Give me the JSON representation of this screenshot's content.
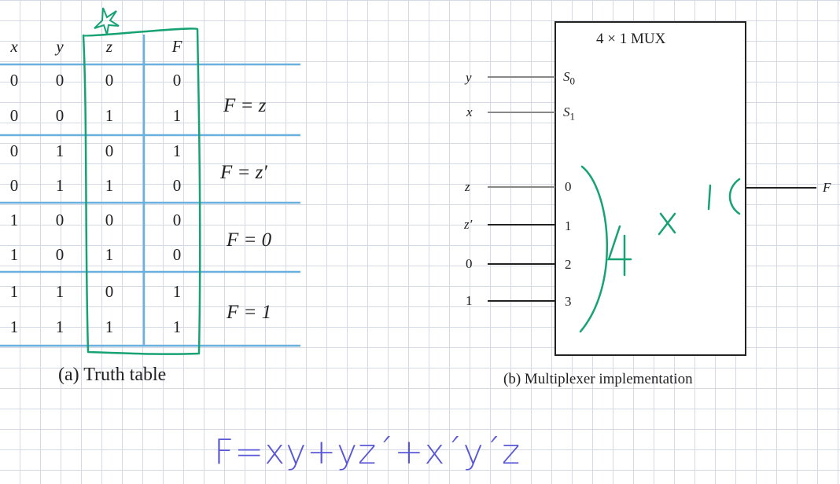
{
  "truth_table": {
    "headers": [
      "x",
      "y",
      "z",
      "F"
    ],
    "rows": [
      [
        "0",
        "0",
        "0",
        "0"
      ],
      [
        "0",
        "0",
        "1",
        "1"
      ],
      [
        "0",
        "1",
        "0",
        "1"
      ],
      [
        "0",
        "1",
        "1",
        "0"
      ],
      [
        "1",
        "0",
        "0",
        "0"
      ],
      [
        "1",
        "0",
        "1",
        "0"
      ],
      [
        "1",
        "1",
        "0",
        "1"
      ],
      [
        "1",
        "1",
        "1",
        "1"
      ]
    ],
    "f_expressions": [
      "F = z",
      "F = z′",
      "F = 0",
      "F = 1"
    ],
    "caption": "(a) Truth table"
  },
  "mux": {
    "title": "4 × 1 MUX",
    "selects": [
      {
        "signal": "y",
        "port": "S",
        "sub": "0"
      },
      {
        "signal": "x",
        "port": "S",
        "sub": "1"
      }
    ],
    "inputs": [
      {
        "signal": "z",
        "port": "0"
      },
      {
        "signal": "z′",
        "port": "1"
      },
      {
        "signal": "0",
        "port": "2"
      },
      {
        "signal": "1",
        "port": "3"
      }
    ],
    "output": "F",
    "caption": "(b) Multiplexer implementation"
  },
  "handwriting": {
    "marks": [
      "4",
      "x",
      "1",
      "("
    ],
    "formula": "F=xy+yz´+x´y´z",
    "color": "#5a58d6",
    "annotation_color": "#17a273"
  }
}
